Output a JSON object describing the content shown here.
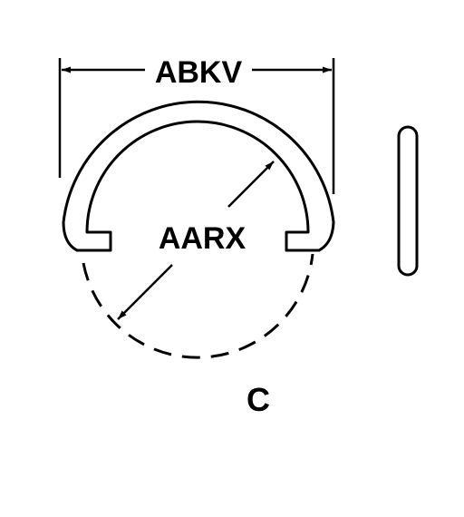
{
  "labels": {
    "width_dimension": "ABKV",
    "diameter_dimension": "AARX",
    "view_letter": "C"
  },
  "colors": {
    "ink": "#000000",
    "background": "#ffffff"
  }
}
